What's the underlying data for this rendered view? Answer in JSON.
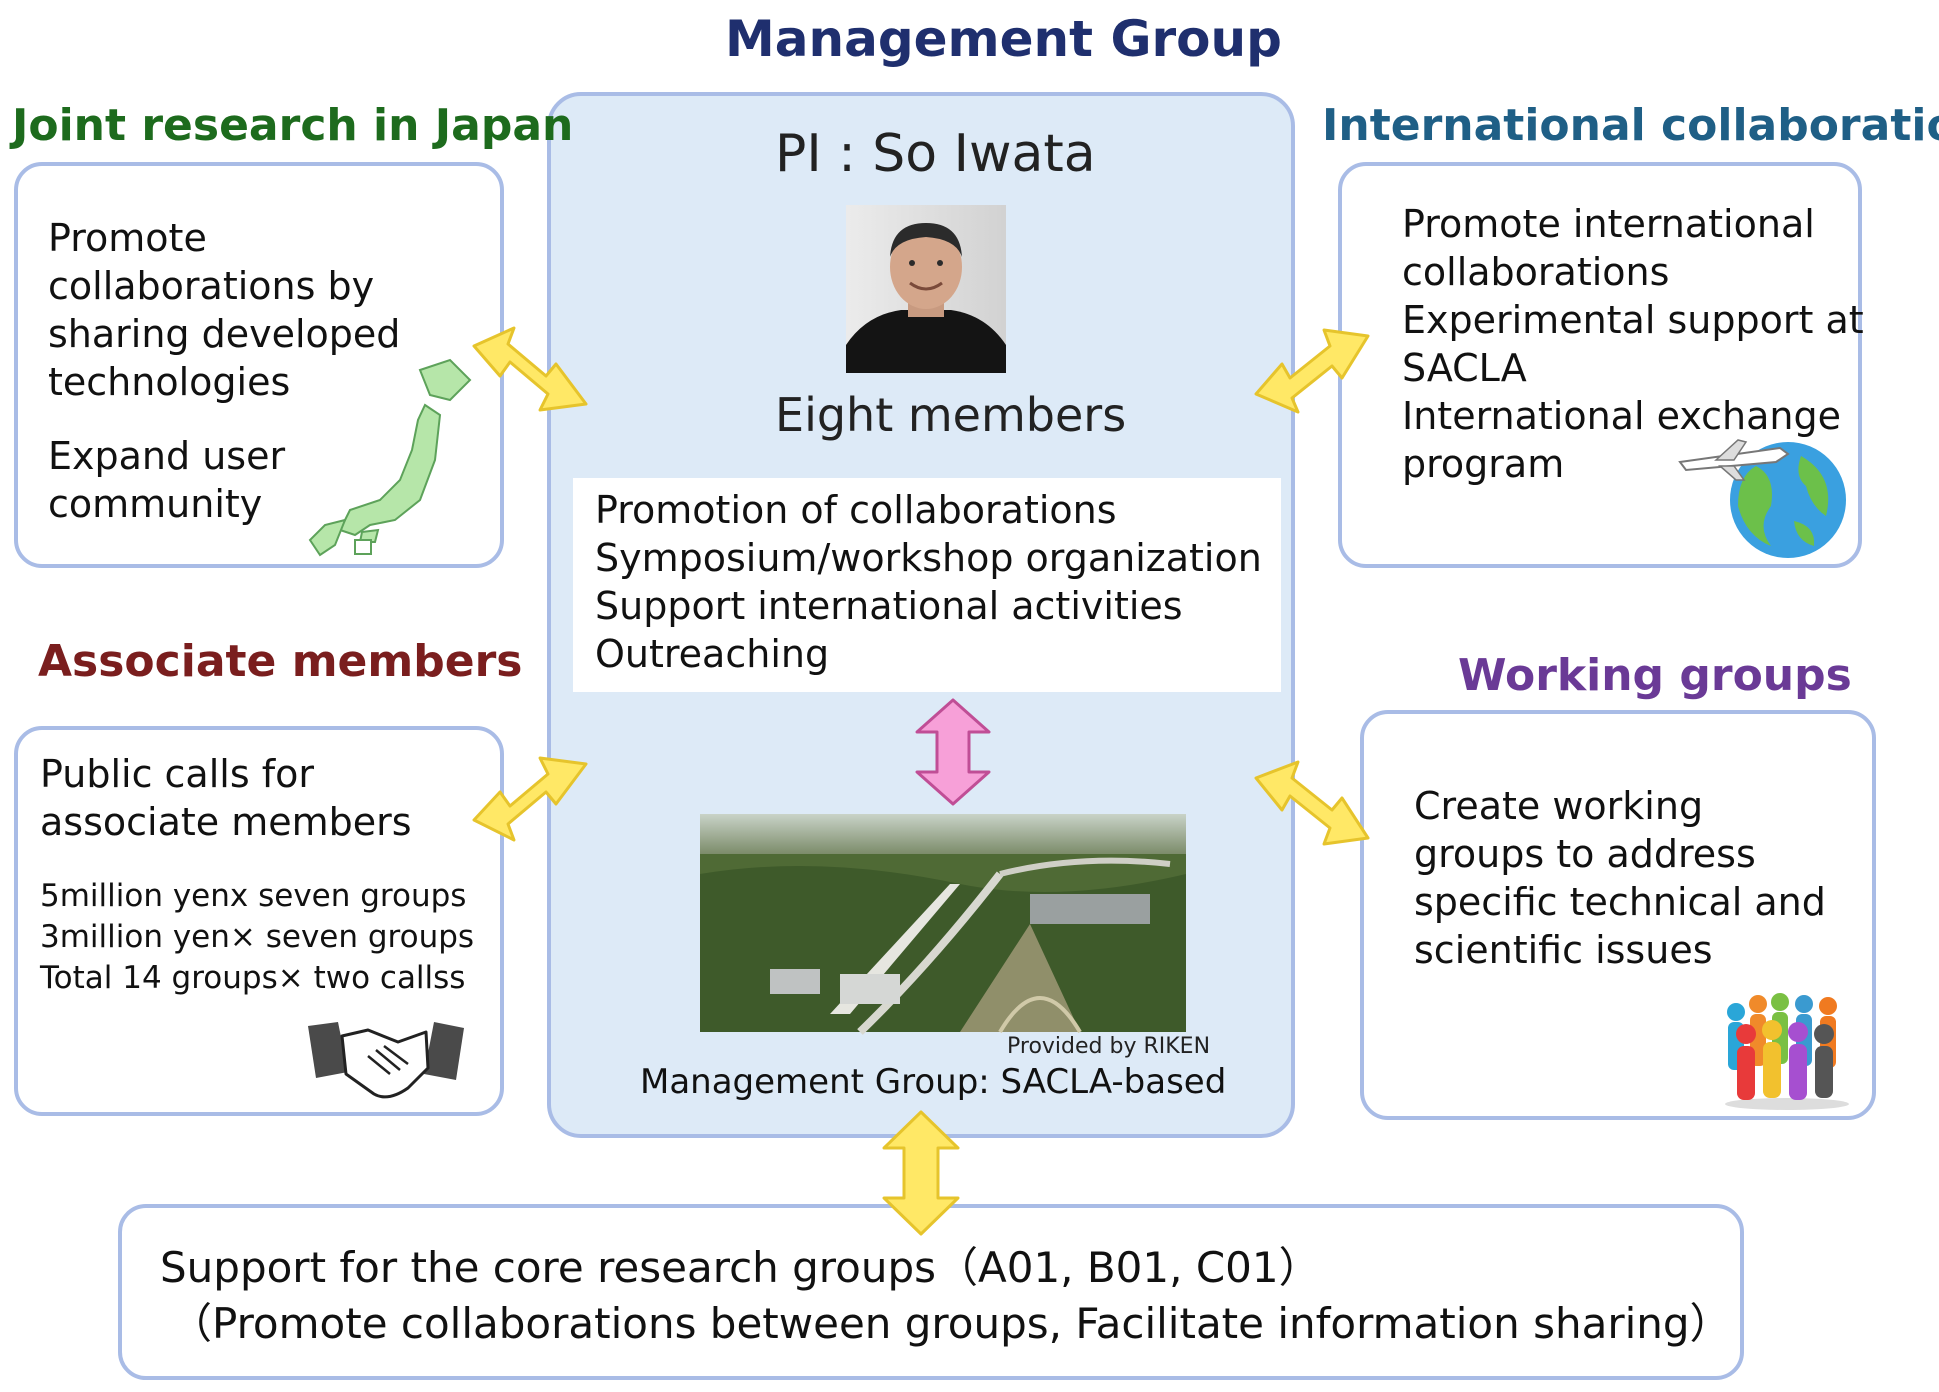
{
  "center": {
    "heading": "Management Group",
    "pi": "PI : So Iwata",
    "members": "Eight members",
    "roles": [
      "Promotion of collaborations",
      "Symposium/workshop organization",
      "Support international activities",
      "Outreaching"
    ],
    "photo_credit": "Provided by RIKEN",
    "caption": "Management Group: SACLA-based"
  },
  "joint": {
    "heading": "Joint research in Japan",
    "lines1": [
      "Promote",
      "collaborations by",
      "sharing developed",
      "technologies"
    ],
    "lines2": [
      "Expand  user",
      "community"
    ]
  },
  "international": {
    "heading": "International collaborations",
    "lines": [
      "Promote international",
      "collaborations",
      "Experimental support at",
      "SACLA",
      "International exchange",
      "program"
    ]
  },
  "associate": {
    "heading": "Associate members",
    "lines1": [
      "Public calls for",
      "associate members"
    ],
    "lines2": [
      "5million yenx seven groups",
      "3million yen×  seven groups",
      "Total 14 groups×  two callss"
    ]
  },
  "working": {
    "heading": "Working groups",
    "lines": [
      "Create working",
      "groups to address",
      "specific technical and",
      "scientific issues"
    ]
  },
  "core": {
    "line1": "Support for the core research groups（A01, B01, C01）",
    "line2": "（Promote collaborations between groups, Facilitate information sharing）"
  },
  "colors": {
    "management": "#1f2f6e",
    "joint": "#1d6b1d",
    "international": "#1f5f86",
    "associate": "#7a1e1e",
    "working": "#6a3a96",
    "box_border": "#a9bce6",
    "center_fill": "#ddeaf7",
    "arrow_yellow": "#ffe866",
    "arrow_pink": "#f7a0d8"
  }
}
